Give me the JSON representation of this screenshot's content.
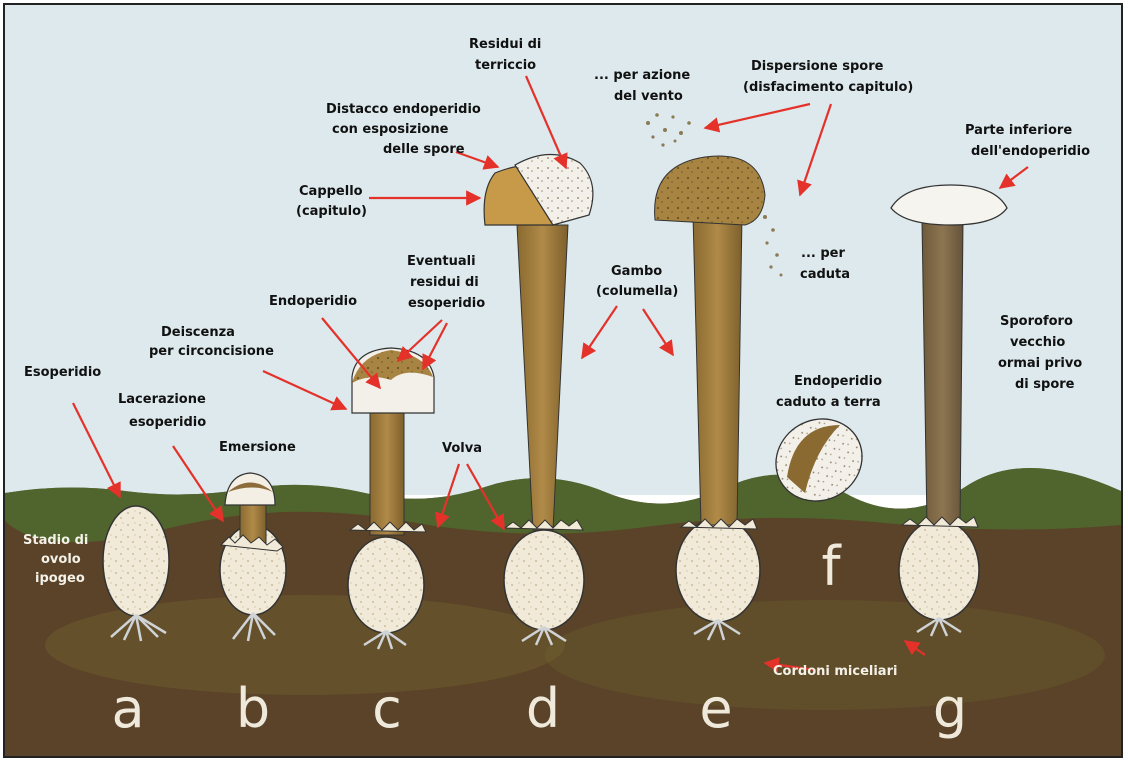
{
  "labels": {
    "esoperidio": "Esoperidio",
    "lacerazione": [
      "Lacerazione",
      "esoperidio"
    ],
    "emersione": "Emersione",
    "deiscenza": [
      "Deiscenza",
      "per circoncisione"
    ],
    "endoperidio": "Endoperidio",
    "eventuali": [
      "Eventuali",
      "residui di",
      "esoperidio"
    ],
    "distacco": [
      "Distacco endoperidio",
      "con esposizione",
      "delle spore"
    ],
    "cappello": [
      "Cappello",
      "(capitulo)"
    ],
    "residui_terriccio": [
      "Residui di",
      "terriccio"
    ],
    "azione_vento": [
      "... per azione",
      "del vento"
    ],
    "dispersione": [
      "Dispersione spore",
      "(disfacimento capitulo)"
    ],
    "per_caduta": [
      "... per",
      "caduta"
    ],
    "gambo": [
      "Gambo",
      "(columella)"
    ],
    "volva": "Volva",
    "endoperidio_caduto": [
      "Endoperidio",
      "caduto a terra"
    ],
    "parte_inferiore": [
      "Parte inferiore",
      "dell'endoperidio"
    ],
    "sporoforo": [
      "Sporoforo",
      "vecchio",
      "ormai privo",
      "di spore"
    ],
    "stadio": [
      "Stadio di",
      "ovolo",
      "ipogeo"
    ],
    "cordoni": "Cordoni miceliari"
  },
  "stages": [
    "a",
    "b",
    "c",
    "d",
    "e",
    "f",
    "g"
  ],
  "colors": {
    "sky": "#dde9ec",
    "soil": "#5a4328",
    "grass": "#4f6b2e",
    "volva": "#f1ead8",
    "stem": "#a47d3e",
    "cap": "#c79a4a",
    "arrow": "#e4322b"
  }
}
